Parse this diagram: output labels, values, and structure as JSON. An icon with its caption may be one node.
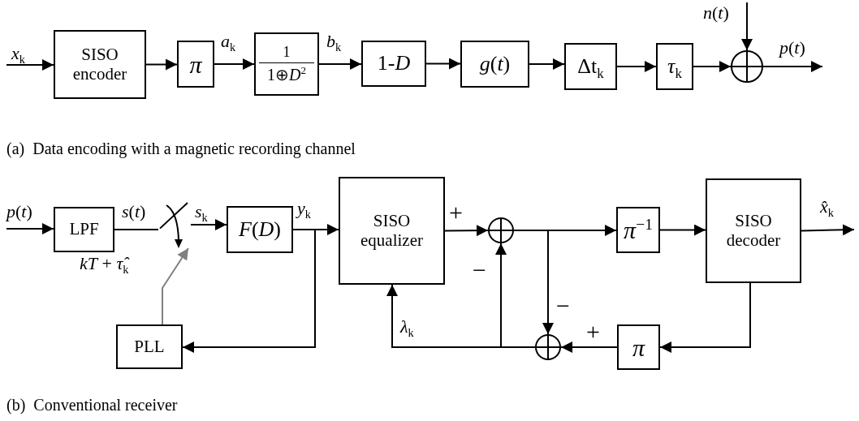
{
  "diagram": {
    "nodes": [
      {
        "text": [
          "SISO encoder"
        ]
      },
      {
        "text": [
          "*π*"
        ]
      },
      {
        "text": [
          "1",
          "1⊕*D*$^{2}$"
        ]
      },
      {
        "text": [
          "1-*D*"
        ]
      },
      {
        "text": [
          "*g*(*t*)"
        ]
      },
      {
        "text": [
          "Δt$_{k}$"
        ]
      },
      {
        "text": [
          "*τ*$_{k}$"
        ]
      },
      {
        "text": [],
        "shape": "circle"
      },
      {
        "text": [
          "LPF"
        ]
      },
      {
        "text": [],
        "shape": "switch"
      },
      {
        "text": [
          "*F*(*D*)"
        ]
      },
      {
        "text": [
          "SISO equalizer"
        ]
      },
      {
        "text": [],
        "shape": "circle"
      },
      {
        "text": [
          "*π*$^{−1}$"
        ]
      },
      {
        "text": [
          "SISO decoder"
        ]
      },
      {
        "text": [],
        "shape": "circle"
      },
      {
        "text": [
          "*π*"
        ]
      },
      {
        "text": [
          "PLL"
        ]
      }
    ],
    "edges": [
      {
        "from": null,
        "to": 0,
        "arrow": "to",
        "label": "*x*$_{k}$"
      },
      {
        "from": 0,
        "to": 1,
        "arrow": "to"
      },
      {
        "from": 1,
        "to": 2,
        "arrow": "to",
        "label": "*a*$_{k}$"
      },
      {
        "from": 2,
        "to": 3,
        "arrow": "to",
        "label": "*b*$_{k}$"
      },
      {
        "from": 3,
        "to": 4,
        "arrow": "to"
      },
      {
        "from": 4,
        "to": 5,
        "arrow": "to"
      },
      {
        "from": 5,
        "to": 6,
        "arrow": "to"
      },
      {
        "from": 6,
        "to": 7,
        "arrow": "to"
      },
      {
        "from": null,
        "to": 7,
        "arrow": "to",
        "label": "*n*(*t*)"
      },
      {
        "from": 7,
        "to": null,
        "arrow": "to",
        "label": "*p*(*t*)"
      },
      {
        "from": null,
        "to": 8,
        "arrow": "to",
        "label": "*p*(*t*)"
      },
      {
        "from": 8,
        "to": 9,
        "arrow": "none",
        "label": "*s*(*t*)"
      },
      {
        "from": 9,
        "to": 10,
        "arrow": "to",
        "label": "*s*$_{k}$"
      },
      {
        "from": 17,
        "to": 9,
        "arrow": "to",
        "color": "#808080"
      },
      {
        "from": 10,
        "to": 11,
        "arrow": "to",
        "label": "*y*$_{k}$"
      },
      {
        "from": 10,
        "to": 17,
        "arrow": "to"
      },
      {
        "from": 11,
        "to": 12,
        "arrow": "to",
        "label": "+"
      },
      {
        "from": 12,
        "to": 13,
        "arrow": "to"
      },
      {
        "from": 13,
        "to": 14,
        "arrow": "to"
      },
      {
        "from": 14,
        "to": null,
        "arrow": "to",
        "label": "*x̂*$_{k}$"
      },
      {
        "from": 12,
        "to": 15,
        "arrow": "to",
        "label": "−"
      },
      {
        "from": 14,
        "to": 16,
        "arrow": "to"
      },
      {
        "from": 16,
        "to": 15,
        "arrow": "to",
        "label": "+"
      },
      {
        "from": 15,
        "to": 11,
        "arrow": "to",
        "label": "*λ*$_{k}$"
      },
      {
        "from": 15,
        "to": 12,
        "arrow": "to",
        "label": "−"
      }
    ],
    "labels": [
      "*kT* + *τ̂*$_{k}$",
      "(a)  Data encoding with a magnetic recording channel",
      "(b)  Conventional receiver"
    ]
  }
}
